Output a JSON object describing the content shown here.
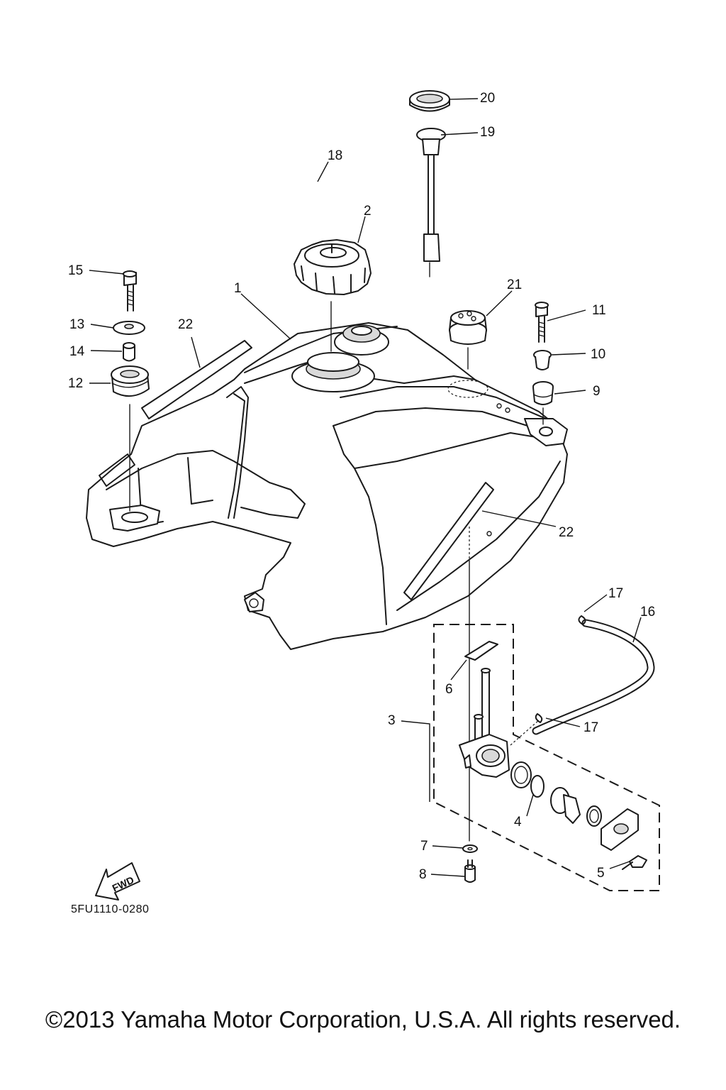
{
  "diagram": {
    "code": "5FU1110-0280",
    "fwd_label": "FWD",
    "copyright": "©2013 Yamaha Motor Corporation, U.S.A. All rights reserved."
  },
  "callouts": {
    "p1": "1",
    "p2": "2",
    "p3": "3",
    "p4": "4",
    "p5": "5",
    "p6": "6",
    "p7": "7",
    "p8": "8",
    "p9": "9",
    "p10": "10",
    "p11": "11",
    "p12": "12",
    "p13": "13",
    "p14": "14",
    "p15": "15",
    "p16": "16",
    "p17a": "17",
    "p17b": "17",
    "p18": "18",
    "p19": "19",
    "p20": "20",
    "p21": "21",
    "p22a": "22",
    "p22b": "22"
  }
}
